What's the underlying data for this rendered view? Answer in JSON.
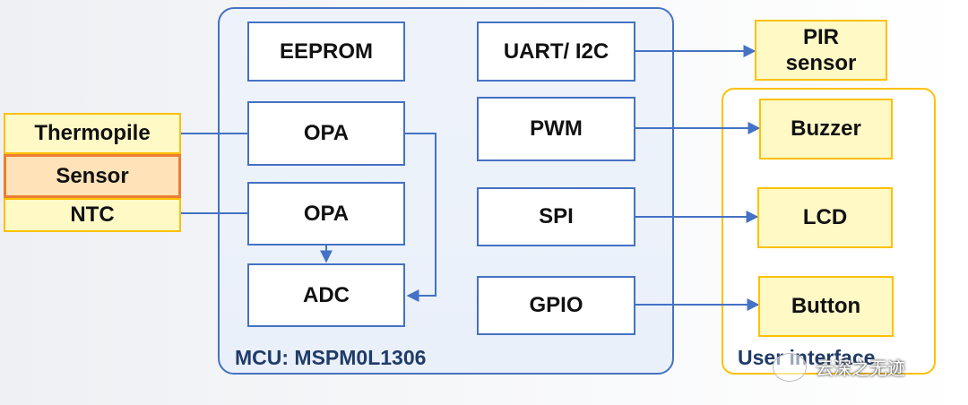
{
  "mcu": {
    "label": "MCU: MSPM0L1306"
  },
  "mcu_blocks": {
    "eeprom": "EEPROM",
    "opa1": "OPA",
    "opa2": "OPA",
    "adc": "ADC",
    "uart": "UART/ I2C",
    "pwm": "PWM",
    "spi": "SPI",
    "gpio": "GPIO"
  },
  "sensors": {
    "thermopile": "Thermopile",
    "sensor": "Sensor",
    "ntc": "NTC"
  },
  "peripherals": {
    "pir_line1": "PIR",
    "pir_line2": "sensor",
    "buzzer": "Buzzer",
    "lcd": "LCD",
    "button": "Button"
  },
  "user_interface": {
    "label": "User interface"
  },
  "watermark": {
    "text": "云深之无迹"
  },
  "colors": {
    "mcu_border": "#4472c4",
    "peripheral_border": "#ffc000",
    "sensor_border": "#ed7d31"
  }
}
